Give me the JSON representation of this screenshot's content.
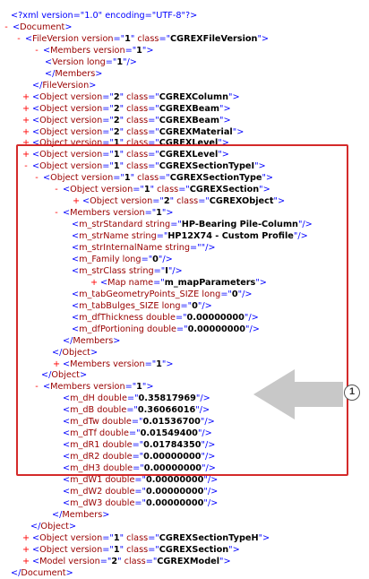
{
  "callout": {
    "number": "1"
  },
  "lines": [
    {
      "pi": true,
      "text": "<?xml version=\"1.0\" encoding=\"UTF-8\"?>"
    },
    {
      "toggle": "-",
      "open": "Document"
    },
    {
      "toggle": "-",
      "open": "FileVersion",
      "attrs": [
        {
          "n": "version",
          "v": "1"
        },
        {
          "n": "class",
          "v": "CGREXFileVersion"
        }
      ]
    },
    {
      "toggle": "-",
      "open": "Members",
      "attrs": [
        {
          "n": "version",
          "v": "1"
        }
      ]
    },
    {
      "open": "Version",
      "attrs": [
        {
          "n": "long",
          "v": "1"
        }
      ],
      "self": true
    },
    {
      "close": "Members"
    },
    {
      "close": "FileVersion"
    },
    {
      "toggle": "+",
      "open": "Object",
      "attrs": [
        {
          "n": "version",
          "v": "2"
        },
        {
          "n": "class",
          "v": "CGREXColumn"
        }
      ]
    },
    {
      "toggle": "+",
      "open": "Object",
      "attrs": [
        {
          "n": "version",
          "v": "2"
        },
        {
          "n": "class",
          "v": "CGREXBeam"
        }
      ]
    },
    {
      "toggle": "+",
      "open": "Object",
      "attrs": [
        {
          "n": "version",
          "v": "2"
        },
        {
          "n": "class",
          "v": "CGREXBeam"
        }
      ]
    },
    {
      "toggle": "+",
      "open": "Object",
      "attrs": [
        {
          "n": "version",
          "v": "2"
        },
        {
          "n": "class",
          "v": "CGREXMaterial"
        }
      ]
    },
    {
      "toggle": "+",
      "open": "Object",
      "attrs": [
        {
          "n": "version",
          "v": "1"
        },
        {
          "n": "class",
          "v": "CGREXLevel"
        }
      ]
    },
    {
      "toggle": "+",
      "open": "Object",
      "attrs": [
        {
          "n": "version",
          "v": "1"
        },
        {
          "n": "class",
          "v": "CGREXLevel"
        }
      ]
    },
    {
      "toggle": "-",
      "open": "Object",
      "attrs": [
        {
          "n": "version",
          "v": "1"
        },
        {
          "n": "class",
          "v": "CGREXSectionTypeI"
        }
      ]
    },
    {
      "toggle": "-",
      "open": "Object",
      "attrs": [
        {
          "n": "version",
          "v": "1"
        },
        {
          "n": "class",
          "v": "CGREXSectionType"
        }
      ]
    },
    {
      "toggle": "-",
      "open": "Object",
      "attrs": [
        {
          "n": "version",
          "v": "1"
        },
        {
          "n": "class",
          "v": "CGREXSection"
        }
      ]
    },
    {
      "toggle": "+",
      "open": "Object",
      "attrs": [
        {
          "n": "version",
          "v": "2"
        },
        {
          "n": "class",
          "v": "CGREXObject"
        }
      ]
    },
    {
      "toggle": "-",
      "open": "Members",
      "attrs": [
        {
          "n": "version",
          "v": "1"
        }
      ]
    },
    {
      "open": "m_strStandard",
      "attrs": [
        {
          "n": "string",
          "v": "HP-Bearing Pile-Column"
        }
      ],
      "self": true
    },
    {
      "open": "m_strName",
      "attrs": [
        {
          "n": "string",
          "v": "HP12X74 - Custom Profile"
        }
      ],
      "self": true
    },
    {
      "open": "m_strInternalName",
      "attrs": [
        {
          "n": "string",
          "v": ""
        }
      ],
      "self": true
    },
    {
      "open": "m_Family",
      "attrs": [
        {
          "n": "long",
          "v": "0"
        }
      ],
      "self": true
    },
    {
      "open": "m_strClass",
      "attrs": [
        {
          "n": "string",
          "v": "I"
        }
      ],
      "self": true
    },
    {
      "toggle": "+",
      "open": "Map",
      "attrs": [
        {
          "n": "name",
          "v": "m_mapParameters"
        }
      ]
    },
    {
      "open": "m_tabGeometryPoints_SIZE",
      "attrs": [
        {
          "n": "long",
          "v": "0"
        }
      ],
      "self": true
    },
    {
      "open": "m_tabBulges_SIZE",
      "attrs": [
        {
          "n": "long",
          "v": "0"
        }
      ],
      "self": true
    },
    {
      "open": "m_dfThickness",
      "attrs": [
        {
          "n": "double",
          "v": "0.00000000"
        }
      ],
      "self": true
    },
    {
      "open": "m_dfPortioning",
      "attrs": [
        {
          "n": "double",
          "v": "0.00000000"
        }
      ],
      "self": true
    },
    {
      "close": "Members"
    },
    {
      "close": "Object"
    },
    {
      "toggle": "+",
      "open": "Members",
      "attrs": [
        {
          "n": "version",
          "v": "1"
        }
      ]
    },
    {
      "close": "Object"
    },
    {
      "toggle": "-",
      "open": "Members",
      "attrs": [
        {
          "n": "version",
          "v": "1"
        }
      ]
    },
    {
      "open": "m_dH",
      "attrs": [
        {
          "n": "double",
          "v": "0.35817969"
        }
      ],
      "self": true
    },
    {
      "open": "m_dB",
      "attrs": [
        {
          "n": "double",
          "v": "0.36066016"
        }
      ],
      "self": true
    },
    {
      "open": "m_dTw",
      "attrs": [
        {
          "n": "double",
          "v": "0.01536700"
        }
      ],
      "self": true
    },
    {
      "open": "m_dTf",
      "attrs": [
        {
          "n": "double",
          "v": "0.01549400"
        }
      ],
      "self": true
    },
    {
      "open": "m_dR1",
      "attrs": [
        {
          "n": "double",
          "v": "0.01784350"
        }
      ],
      "self": true
    },
    {
      "open": "m_dR2",
      "attrs": [
        {
          "n": "double",
          "v": "0.00000000"
        }
      ],
      "self": true
    },
    {
      "open": "m_dH3",
      "attrs": [
        {
          "n": "double",
          "v": "0.00000000"
        }
      ],
      "self": true
    },
    {
      "open": "m_dW1",
      "attrs": [
        {
          "n": "double",
          "v": "0.00000000"
        }
      ],
      "self": true
    },
    {
      "open": "m_dW2",
      "attrs": [
        {
          "n": "double",
          "v": "0.00000000"
        }
      ],
      "self": true
    },
    {
      "open": "m_dW3",
      "attrs": [
        {
          "n": "double",
          "v": "0.00000000"
        }
      ],
      "self": true
    },
    {
      "close": "Members"
    },
    {
      "close": "Object"
    },
    {
      "toggle": "+",
      "open": "Object",
      "attrs": [
        {
          "n": "version",
          "v": "1"
        },
        {
          "n": "class",
          "v": "CGREXSectionTypeH"
        }
      ]
    },
    {
      "toggle": "+",
      "open": "Object",
      "attrs": [
        {
          "n": "version",
          "v": "1"
        },
        {
          "n": "class",
          "v": "CGREXSection"
        }
      ]
    },
    {
      "toggle": "+",
      "open": "Model",
      "attrs": [
        {
          "n": "version",
          "v": "2"
        },
        {
          "n": "class",
          "v": "CGREXModel"
        }
      ]
    },
    {
      "close": "Document"
    }
  ]
}
